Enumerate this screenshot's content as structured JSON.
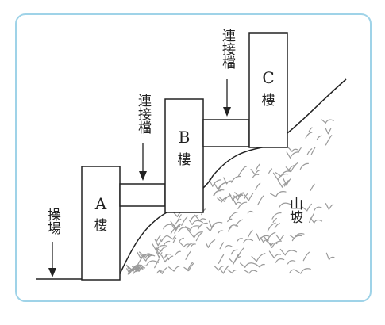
{
  "diagram": {
    "buildings": [
      {
        "letter": "A",
        "word": "樓"
      },
      {
        "letter": "B",
        "word": "樓"
      },
      {
        "letter": "C",
        "word": "樓"
      }
    ],
    "labels": {
      "playground": "操場",
      "slope": "山坡",
      "connector_1": "連接檔",
      "connector_2": "連接檔"
    },
    "colors": {
      "frame": "#9fd3e8",
      "ink": "#222222",
      "grass": "#9a9a9a"
    }
  }
}
